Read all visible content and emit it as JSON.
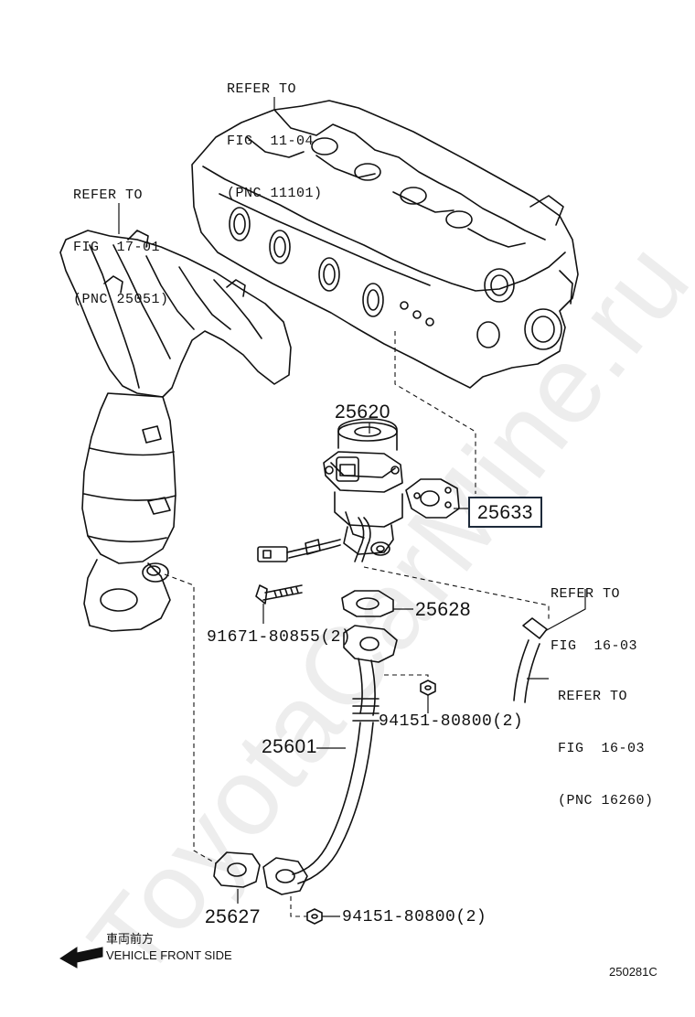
{
  "refs": {
    "fig_11_04": {
      "line1": "REFER TO",
      "line2": "FIG  11-04",
      "line3": "(PNC 11101)"
    },
    "fig_17_01": {
      "line1": "REFER TO",
      "line2": "FIG  17-01",
      "line3": "(PNC 25051)"
    },
    "fig_16_03_a": {
      "line1": "REFER TO",
      "line2": "FIG  16-03"
    },
    "fig_16_03_b": {
      "line1": "REFER TO",
      "line2": "FIG  16-03",
      "line3": "(PNC 16260)"
    }
  },
  "parts": {
    "p25620": "25620",
    "p25633": "25633",
    "p25628": "25628",
    "p91671": "91671-80855(2)",
    "p94151_a": "94151-80800(2)",
    "p25601": "25601",
    "p25627": "25627",
    "p94151_b": "94151-80800(2)"
  },
  "orientation": {
    "jp": "車両前方",
    "en": "VEHICLE FRONT SIDE"
  },
  "diagram_code": "250281C",
  "watermark": "ToyotaCarMine.ru",
  "colors": {
    "line": "#111111",
    "highlight_border": "#1d2a3a",
    "watermark": "rgba(0,0,0,0.07)"
  }
}
